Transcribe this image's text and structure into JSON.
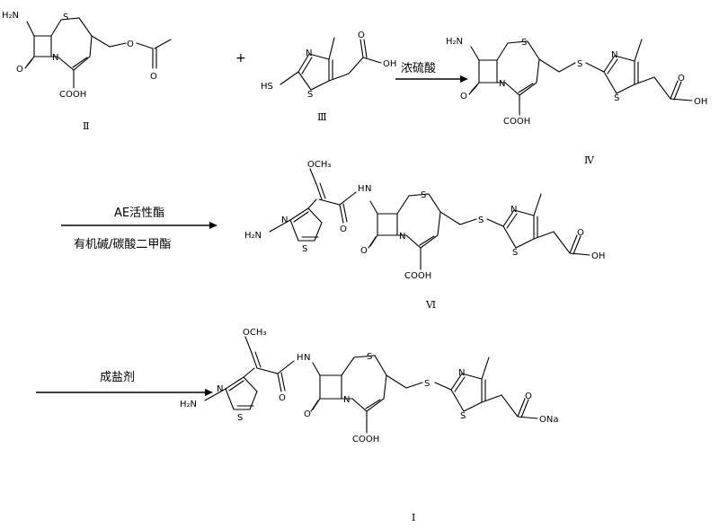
{
  "reactants": {
    "compound_II": {
      "label": "Ⅱ",
      "atoms": {
        "amino": "H₂N",
        "sulfur": "S",
        "nitrogen": "N",
        "oxo": "O",
        "ester_o1": "O",
        "ester_o2": "O",
        "carboxyl": "COOH"
      }
    },
    "plus_sign": "+",
    "compound_III": {
      "label": "Ⅲ",
      "atoms": {
        "thiol": "HS",
        "ring_n": "N",
        "ring_s": "S",
        "acid": "OH",
        "acid_o": "O"
      }
    }
  },
  "step1": {
    "reagent": "浓硫酸"
  },
  "intermediate_IV": {
    "label": "Ⅳ",
    "atoms": {
      "amino": "H₂N",
      "sulfur": "S",
      "nitrogen": "N",
      "oxo": "O",
      "thio_link": "S",
      "ring_n": "N",
      "ring_s": "S",
      "acid_o": "O",
      "acid": "OH",
      "carboxyl": "COOH"
    }
  },
  "step2": {
    "reagent_top": "AE活性酯",
    "reagent_bottom": "有机碱/碳酸二甲酯"
  },
  "intermediate_VI": {
    "label": "Ⅵ",
    "atoms": {
      "methoxy": "OCH₃",
      "amide_nh": "H",
      "amide_n": "N",
      "amide_o": "O",
      "amino": "H₂N",
      "thz_n": "N",
      "thz_s": "S",
      "sulfur": "S",
      "nitrogen": "N",
      "oxo": "O",
      "thio_link": "S",
      "ring_n": "N",
      "ring_s": "S",
      "acid_o": "O",
      "acid": "OH",
      "carboxyl": "COOH"
    }
  },
  "step3": {
    "reagent": "成盐剂"
  },
  "product_I": {
    "label": "Ⅰ",
    "atoms": {
      "methoxy": "OCH₃",
      "amide_nh": "H",
      "amide_n": "N",
      "amide_o": "O",
      "amino": "H₂N",
      "thz_n": "N",
      "thz_s": "S",
      "sulfur": "S",
      "nitrogen": "N",
      "oxo": "O",
      "thio_link": "S",
      "ring_n": "N",
      "ring_s": "S",
      "salt_o": "O",
      "salt": "ONa",
      "carboxyl": "COOH"
    }
  }
}
